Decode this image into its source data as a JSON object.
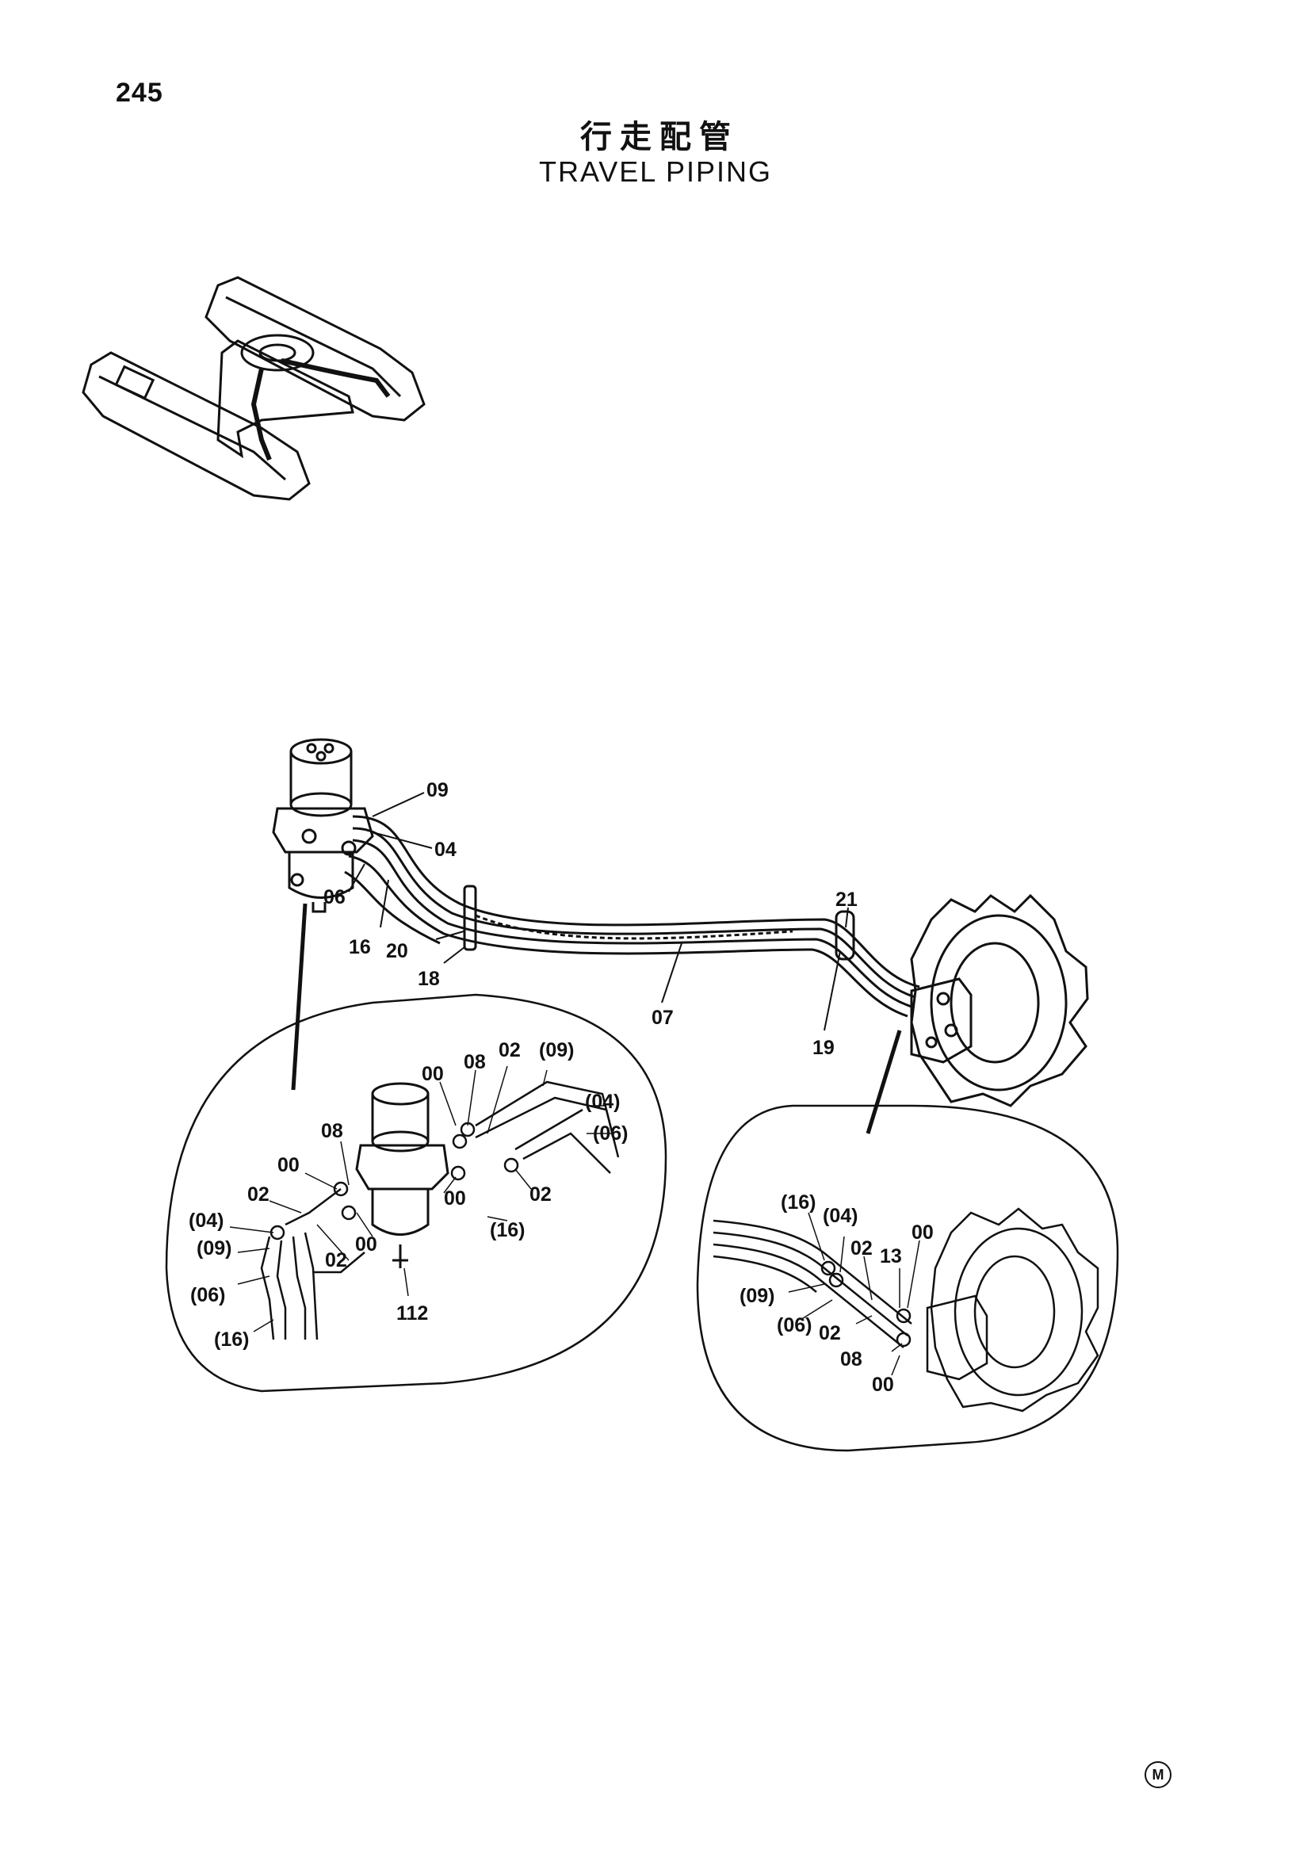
{
  "page_number": "245",
  "title_cjk": "行走配管",
  "title_en": "TRAVEL PIPING",
  "mark": "M",
  "labels": {
    "main": [
      "09",
      "04",
      "06",
      "16",
      "20",
      "18",
      "07",
      "21",
      "19"
    ],
    "detail_left": [
      "00",
      "08",
      "02",
      "(09)",
      "(04)",
      "(06)",
      "08",
      "00",
      "02",
      "00",
      "02",
      "(16)",
      "(04)",
      "(09)",
      "00",
      "02",
      "(06)",
      "(16)",
      "112"
    ],
    "detail_right": [
      "(16)",
      "(04)",
      "00",
      "02",
      "13",
      "(09)",
      "(06)",
      "02",
      "08",
      "00"
    ]
  }
}
